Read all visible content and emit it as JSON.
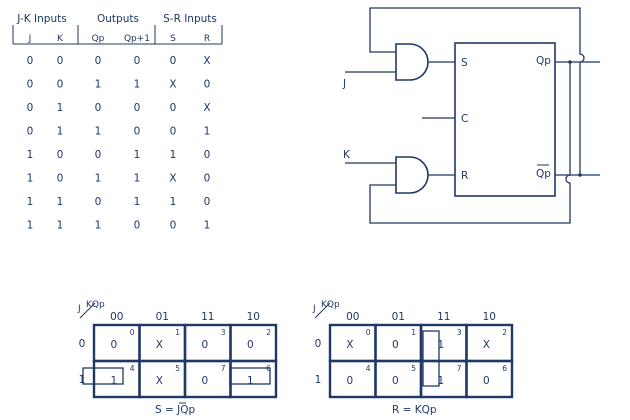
{
  "truth_table": {
    "group_headers": [
      "J-K Inputs",
      "Outputs",
      "S-R Inputs"
    ],
    "columns": [
      "J",
      "K",
      "Qp",
      "Qp+1",
      "S",
      "R"
    ],
    "rows": [
      [
        "0",
        "0",
        "0",
        "0",
        "0",
        "X"
      ],
      [
        "0",
        "0",
        "1",
        "1",
        "X",
        "0"
      ],
      [
        "0",
        "1",
        "0",
        "0",
        "0",
        "X"
      ],
      [
        "0",
        "1",
        "1",
        "0",
        "0",
        "1"
      ],
      [
        "1",
        "0",
        "0",
        "1",
        "1",
        "0"
      ],
      [
        "1",
        "0",
        "1",
        "1",
        "X",
        "0"
      ],
      [
        "1",
        "1",
        "0",
        "1",
        "1",
        "0"
      ],
      [
        "1",
        "1",
        "1",
        "0",
        "0",
        "1"
      ]
    ]
  },
  "circuit": {
    "input_j": "J",
    "input_k": "K",
    "pin_s": "S",
    "pin_c": "C",
    "pin_r": "R",
    "out_q": "Qp",
    "out_qbar": "Qp"
  },
  "kmap_s": {
    "corner_row_var": "J",
    "corner_col_var": "KQp",
    "col_headers": [
      "00",
      "01",
      "11",
      "10"
    ],
    "row_headers": [
      "0",
      "1"
    ],
    "cells": [
      [
        "0",
        "X",
        "0",
        "0"
      ],
      [
        "1",
        "X",
        "0",
        "1"
      ]
    ],
    "indices": [
      [
        "0",
        "1",
        "3",
        "2"
      ],
      [
        "4",
        "5",
        "7",
        "6"
      ]
    ],
    "caption_left": "S = ",
    "caption_bar": "J",
    "caption_right": "Qp"
  },
  "kmap_r": {
    "corner_row_var": "J",
    "corner_col_var": "KQp",
    "col_headers": [
      "00",
      "01",
      "11",
      "10"
    ],
    "row_headers": [
      "0",
      "1"
    ],
    "cells": [
      [
        "X",
        "0",
        "1",
        "X"
      ],
      [
        "0",
        "0",
        "1",
        "0"
      ]
    ],
    "indices": [
      [
        "0",
        "1",
        "3",
        "2"
      ],
      [
        "4",
        "5",
        "7",
        "6"
      ]
    ],
    "caption": "R = KQp"
  }
}
